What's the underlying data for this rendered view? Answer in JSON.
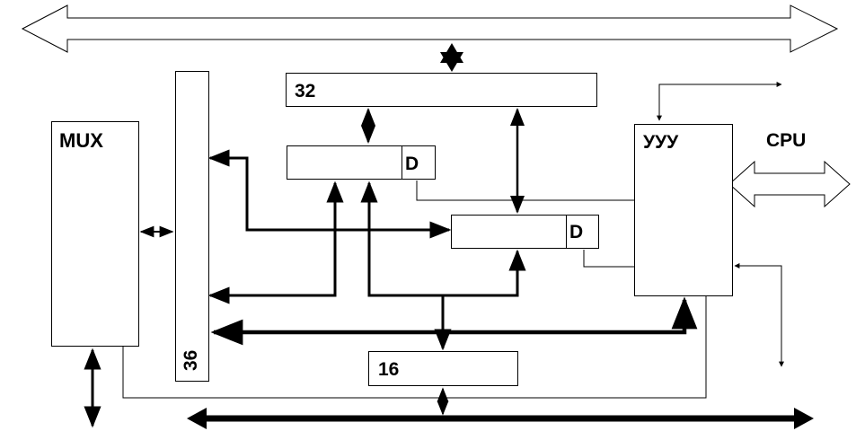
{
  "labels": {
    "mux": "MUX",
    "reg32": "32",
    "reg16": "16",
    "reg36": "36",
    "d_upper": "D",
    "d_lower": "D",
    "control": "УУУ",
    "cpu": "CPU"
  },
  "colors": {
    "line": "#000000",
    "fill": "#ffffff"
  },
  "icons": {
    "star": "six-point-star-icon"
  }
}
